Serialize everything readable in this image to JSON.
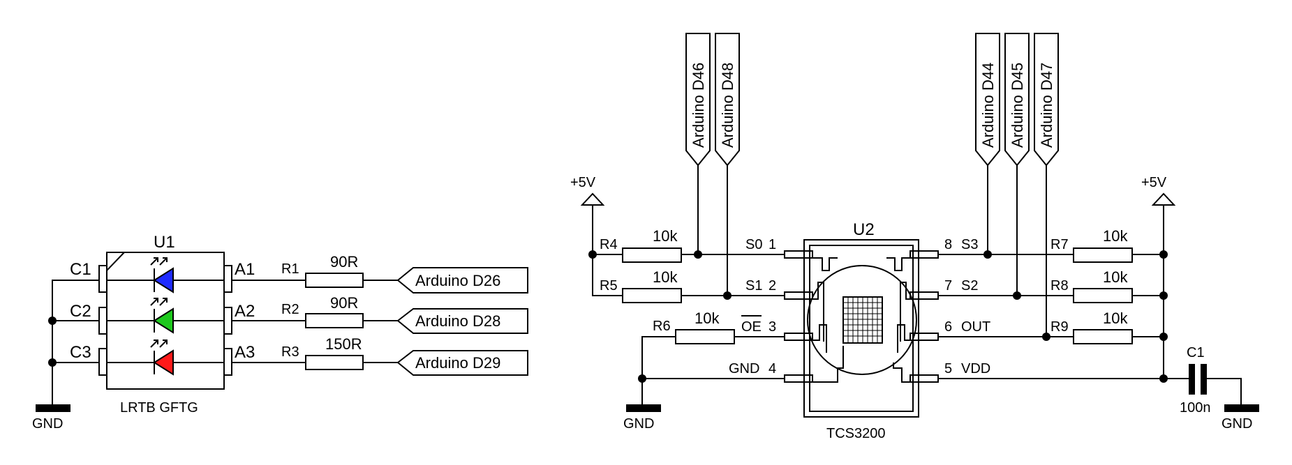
{
  "u1": {
    "ref": "U1",
    "part": "LRTB GFTG",
    "cathodes": [
      "C1",
      "C2",
      "C3"
    ],
    "anodes": [
      "A1",
      "A2",
      "A3"
    ],
    "led_colors": [
      "#1f2bff",
      "#1ec81e",
      "#ff1a1a"
    ]
  },
  "led_resistors": [
    {
      "ref": "R1",
      "value": "90R",
      "net": "Arduino D26"
    },
    {
      "ref": "R2",
      "value": "90R",
      "net": "Arduino D28"
    },
    {
      "ref": "R3",
      "value": "150R",
      "net": "Arduino D29"
    }
  ],
  "gnd": "GND",
  "vcc": "+5V",
  "u2": {
    "ref": "U2",
    "part": "TCS3200",
    "left_pins": [
      {
        "name": "S0",
        "num": "1"
      },
      {
        "name": "S1",
        "num": "2"
      },
      {
        "name": "OE",
        "num": "3"
      },
      {
        "name": "GND",
        "num": "4"
      }
    ],
    "right_pins": [
      {
        "num": "8",
        "name": "S3"
      },
      {
        "num": "7",
        "name": "S2"
      },
      {
        "num": "6",
        "name": "OUT"
      },
      {
        "num": "5",
        "name": "VDD"
      }
    ]
  },
  "sensor_resistors": {
    "R4": {
      "ref": "R4",
      "value": "10k"
    },
    "R5": {
      "ref": "R5",
      "value": "10k"
    },
    "R6": {
      "ref": "R6",
      "value": "10k"
    },
    "R7": {
      "ref": "R7",
      "value": "10k"
    },
    "R8": {
      "ref": "R8",
      "value": "10k"
    },
    "R9": {
      "ref": "R9",
      "value": "10k"
    }
  },
  "capacitor": {
    "ref": "C1",
    "value": "100n"
  },
  "top_nets": [
    "Arduino D46",
    "Arduino D48",
    "Arduino D44",
    "Arduino D45",
    "Arduino D47"
  ]
}
